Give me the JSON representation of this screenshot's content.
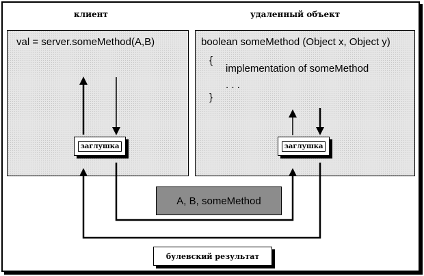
{
  "client": {
    "heading": "клиент",
    "code_line": "val = server.someMethod(A,B)",
    "stub_label": "заглушка"
  },
  "remote": {
    "heading": "удаленный объект",
    "signature": "boolean someMethod (Object x, Object y)",
    "open_brace": "{",
    "body_line": "implementation of someMethod",
    "ellipsis": ". . .",
    "close_brace": "}",
    "stub_label": "заглушка"
  },
  "params_label": "A, B, someMethod",
  "result_label": "булевский результат"
}
